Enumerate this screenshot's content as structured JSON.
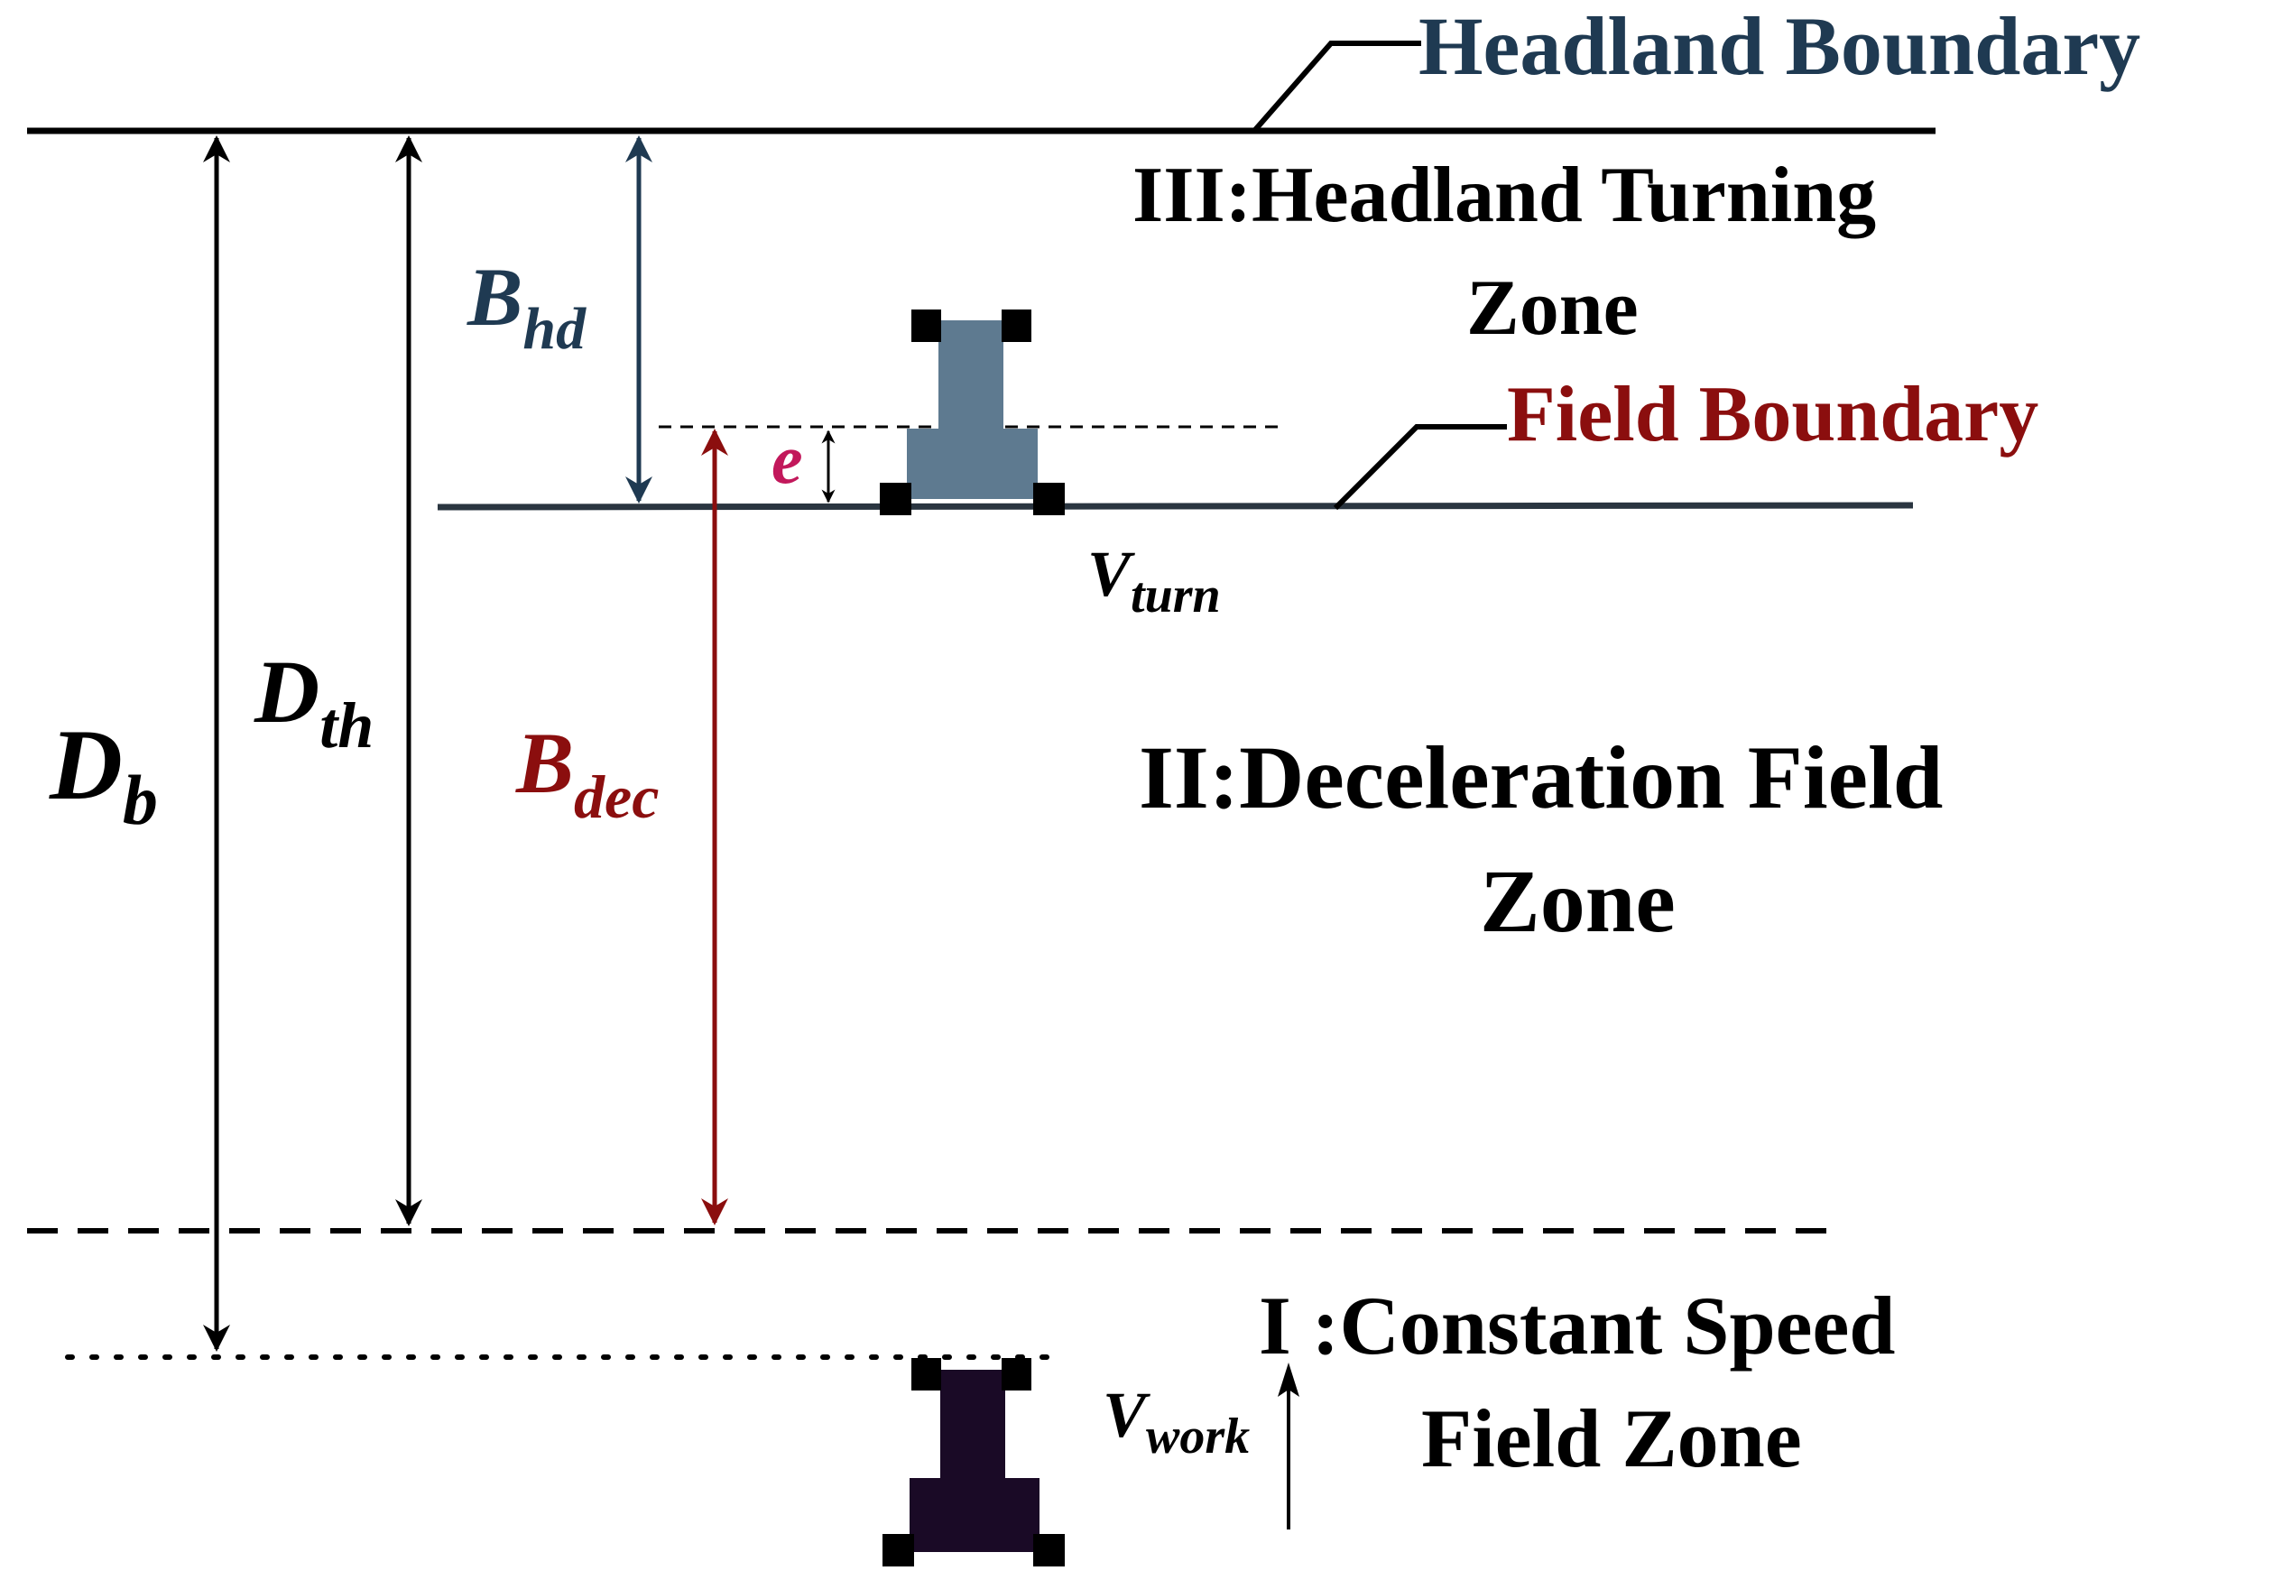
{
  "colors": {
    "black": "#000000",
    "headland": "#1f3a52",
    "field": "#8b0e0e",
    "e_label": "#c2185b",
    "tractor_turn": "#5e7a90",
    "tractor_work": "#1a0a26",
    "field_line": "#2a3540"
  },
  "labels": {
    "headland_boundary": "Headland Boundary",
    "field_boundary": "Field Boundary",
    "zone3_line1": "III:Headland Turning",
    "zone3_line2": "Zone",
    "zone2_line1": "II:Deceleration Field",
    "zone2_line2": "Zone",
    "zone1_line1": "I :Constant Speed",
    "zone1_line2": "Field Zone"
  },
  "symbols": {
    "D_b": {
      "base": "D",
      "sub": "b"
    },
    "D_th": {
      "base": "D",
      "sub": "th"
    },
    "B_hd": {
      "base": "B",
      "sub": "hd"
    },
    "B_dec": {
      "base": "B",
      "sub": "dec"
    },
    "e": {
      "base": "e"
    },
    "V_turn": {
      "base": "V",
      "sub": "turn"
    },
    "V_work": {
      "base": "V",
      "sub": "work"
    }
  },
  "icons": [
    "tractor-turn-icon",
    "tractor-work-icon",
    "up-arrow-icon"
  ]
}
